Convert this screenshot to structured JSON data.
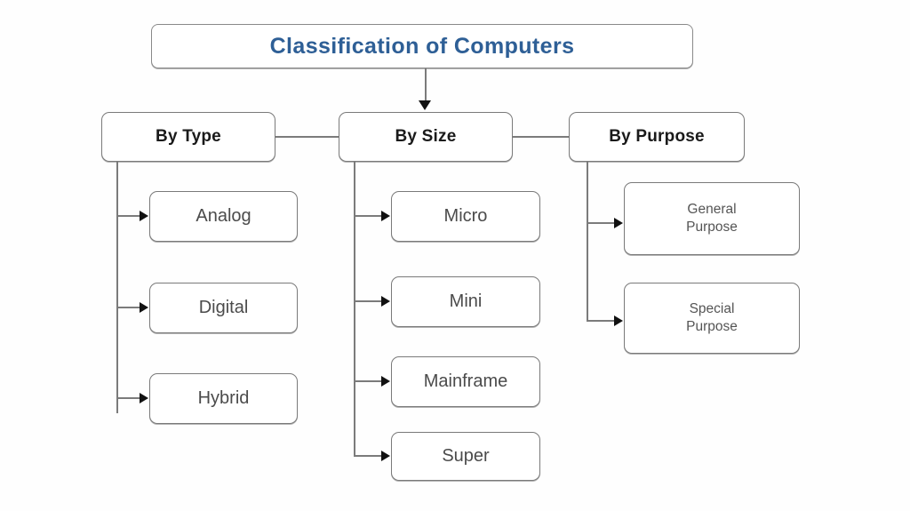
{
  "diagram": {
    "title": "Classification of Computers",
    "title_color": "#2e5f96",
    "box_border_color": "#7a7a7a",
    "connector_color": "#7b7b7b",
    "arrow_color": "#111111",
    "background": "#fefefe",
    "categories": [
      {
        "label": "By Type",
        "children": [
          {
            "line1": "Analog",
            "line2": ""
          },
          {
            "line1": "Digital",
            "line2": ""
          },
          {
            "line1": "Hybrid",
            "line2": ""
          }
        ]
      },
      {
        "label": "By Size",
        "children": [
          {
            "line1": "Micro",
            "line2": ""
          },
          {
            "line1": "Mini",
            "line2": ""
          },
          {
            "line1": "Mainframe",
            "line2": ""
          },
          {
            "line1": "Super",
            "line2": ""
          }
        ]
      },
      {
        "label": "By Purpose",
        "children": [
          {
            "line1": "General",
            "line2": "Purpose"
          },
          {
            "line1": "Special",
            "line2": "Purpose"
          }
        ]
      }
    ]
  }
}
